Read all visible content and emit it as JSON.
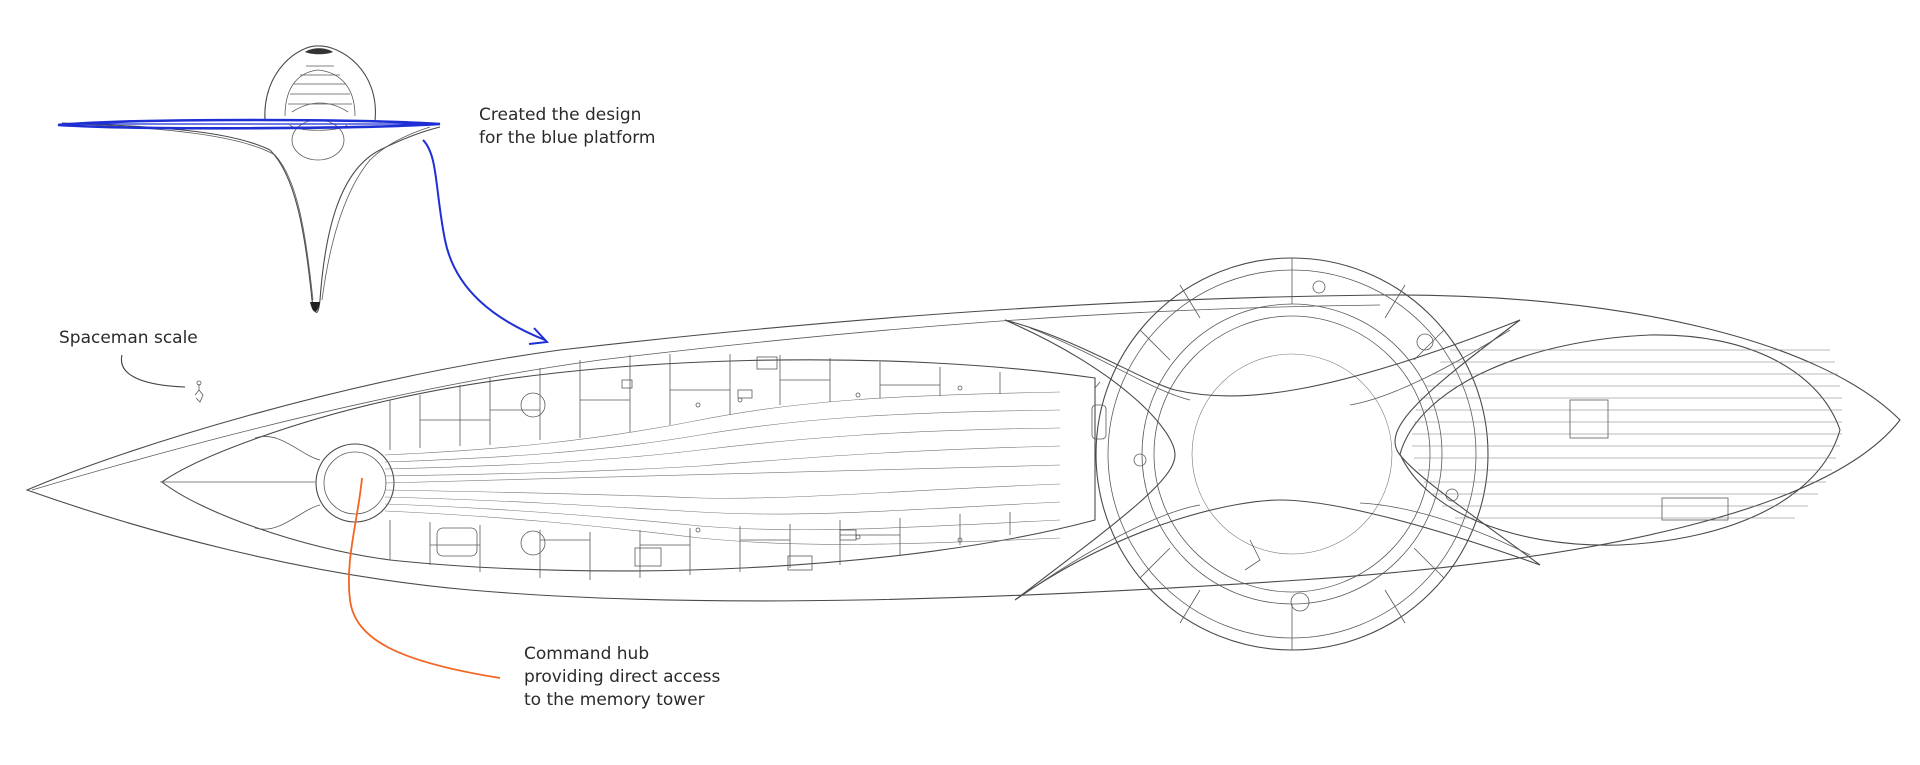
{
  "annotations": {
    "blue_platform": {
      "lines": [
        "Created the design",
        "for the blue platform"
      ],
      "color": "#1f2fd6"
    },
    "spaceman_scale": {
      "lines": [
        "Spaceman scale"
      ],
      "color": "#444444"
    },
    "command_hub": {
      "lines": [
        "Command hub",
        "providing direct access",
        "to the memory tower"
      ],
      "color": "#f26522"
    }
  },
  "colors": {
    "line_art": "#4a4a4a",
    "background": "#ffffff",
    "platform_arrow": "#1f2fd6",
    "command_leader": "#f26522"
  }
}
